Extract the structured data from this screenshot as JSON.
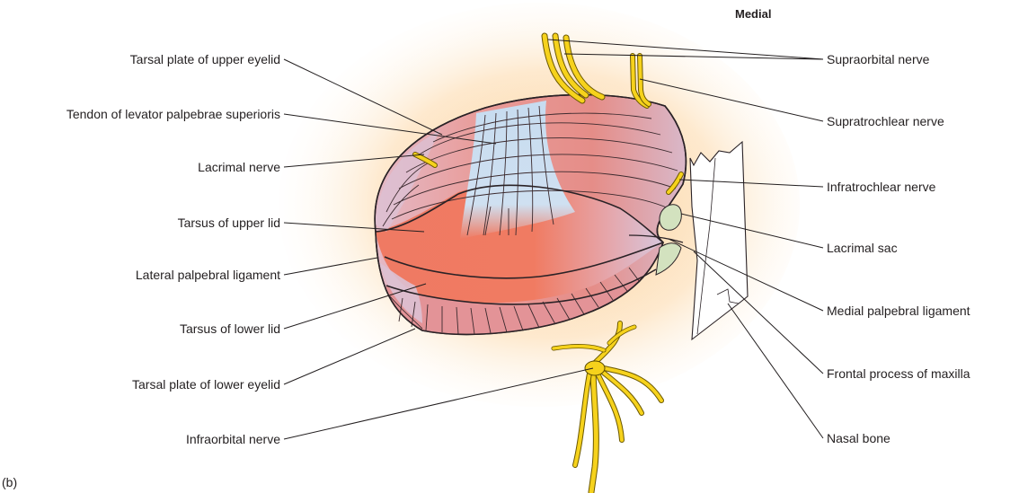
{
  "header": {
    "orientation_label": "Medial"
  },
  "panel_label": "(b)",
  "left_labels": [
    "Tarsal plate of upper eyelid",
    "Tendon of levator palpebrae superioris",
    "Lacrimal nerve",
    "Tarsus of upper lid",
    "Lateral palpebral ligament",
    "Tarsus of lower lid",
    "Tarsal plate of lower eyelid",
    "Infraorbital nerve"
  ],
  "right_labels": [
    "Supraorbital nerve",
    "Supratrochlear nerve",
    "Infratrochlear nerve",
    "Lacrimal sac",
    "Medial palpebral ligament",
    "Frontal process of maxilla",
    "Nasal bone"
  ],
  "colors": {
    "glow": "#fbd7a4",
    "muscle_pink": "#e68f8a",
    "tarsus_red": "#ee7b64",
    "tendon_blue": "#c9dcef",
    "nerve_yellow": "#f6d21c",
    "lacrimal_sac_green": "#d3e2bf"
  }
}
